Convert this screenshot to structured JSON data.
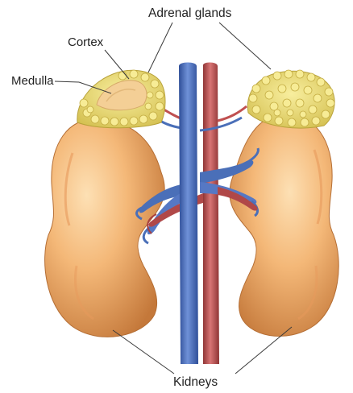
{
  "labels": {
    "adrenal_glands": "Adrenal glands",
    "cortex": "Cortex",
    "medulla": "Medulla",
    "kidneys": "Kidneys"
  },
  "colors": {
    "kidney": "#f0b070",
    "kidney_shadow": "#c4783a",
    "adrenal": "#ecd96a",
    "adrenal_nodule": "#f7ec96",
    "medulla": "#f4cf96",
    "vein": "#4a6fb8",
    "artery": "#c05050",
    "leader_line": "#3a3a3a",
    "background": "#ffffff"
  }
}
